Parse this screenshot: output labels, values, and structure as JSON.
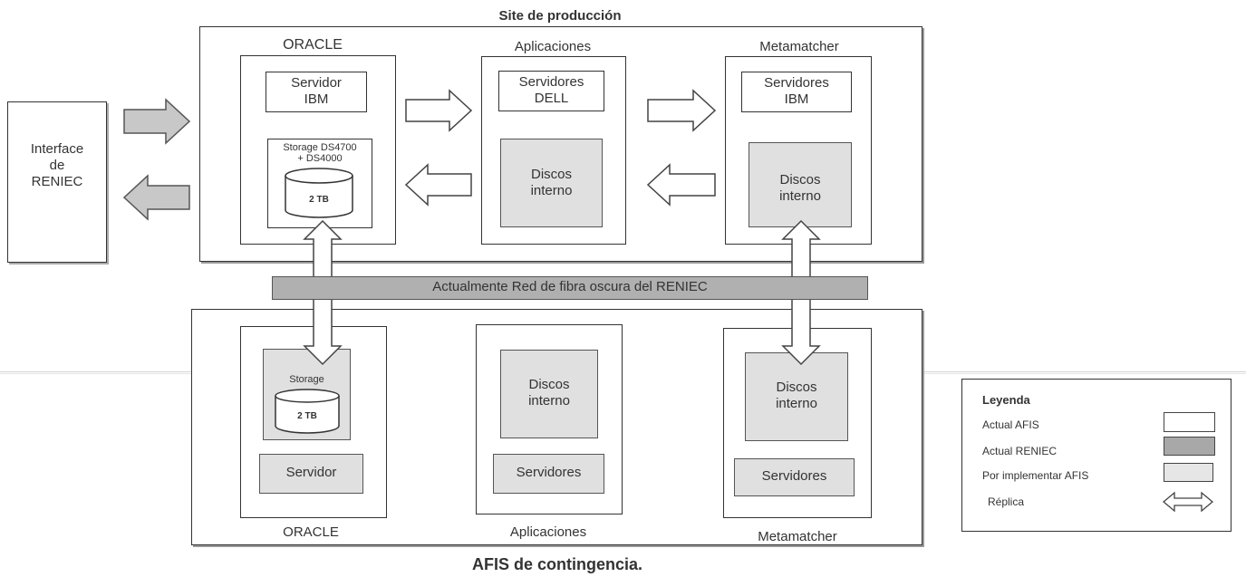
{
  "colors": {
    "line": "#333333",
    "arrow_outline_fill": "#ffffff",
    "arrow_gray_fill": "#c8c8c8",
    "reniec_band": "#b0b0b0",
    "afis_fill": "#e0e0e0",
    "legend_actual_afis": "#ffffff",
    "legend_actual_reniec": "#a8a8a8",
    "legend_por_implementar": "#e6e6e6"
  },
  "interface": {
    "line1": "Interface",
    "line2": "de",
    "line3": "RENIEC"
  },
  "production": {
    "title": "Site de producción",
    "oracle": {
      "heading": "ORACLE",
      "server_line1": "Servidor",
      "server_line2": "IBM",
      "storage_line1": "Storage DS4700",
      "storage_line2": "+ DS4000",
      "disk": "2 TB"
    },
    "apps": {
      "heading": "Aplicaciones",
      "server_line1": "Servidores",
      "server_line2": "DELL",
      "disk_line1": "Discos",
      "disk_line2": "interno"
    },
    "meta": {
      "heading": "Metamatcher",
      "server_line1": "Servidores",
      "server_line2": "IBM",
      "disk_line1": "Discos",
      "disk_line2": "interno"
    }
  },
  "network_band": "Actualmente Red de fibra oscura del RENIEC",
  "contingency": {
    "title": "AFIS de contingencia.",
    "oracle": {
      "heading": "ORACLE",
      "storage": "Storage",
      "disk": "2 TB",
      "server": "Servidor"
    },
    "apps": {
      "heading": "Aplicaciones",
      "disk_line1": "Discos",
      "disk_line2": "interno",
      "server": "Servidores"
    },
    "meta": {
      "heading": "Metamatcher",
      "disk_line1": "Discos",
      "disk_line2": "interno",
      "server": "Servidores"
    }
  },
  "legend": {
    "title": "Leyenda",
    "items": [
      {
        "label": "Actual AFIS",
        "swatch": "white"
      },
      {
        "label": "Actual RENIEC",
        "swatch": "dark"
      },
      {
        "label": "Por implementar AFIS",
        "swatch": "light"
      },
      {
        "label": "Réplica",
        "swatch": "double-arrow-icon"
      }
    ]
  }
}
